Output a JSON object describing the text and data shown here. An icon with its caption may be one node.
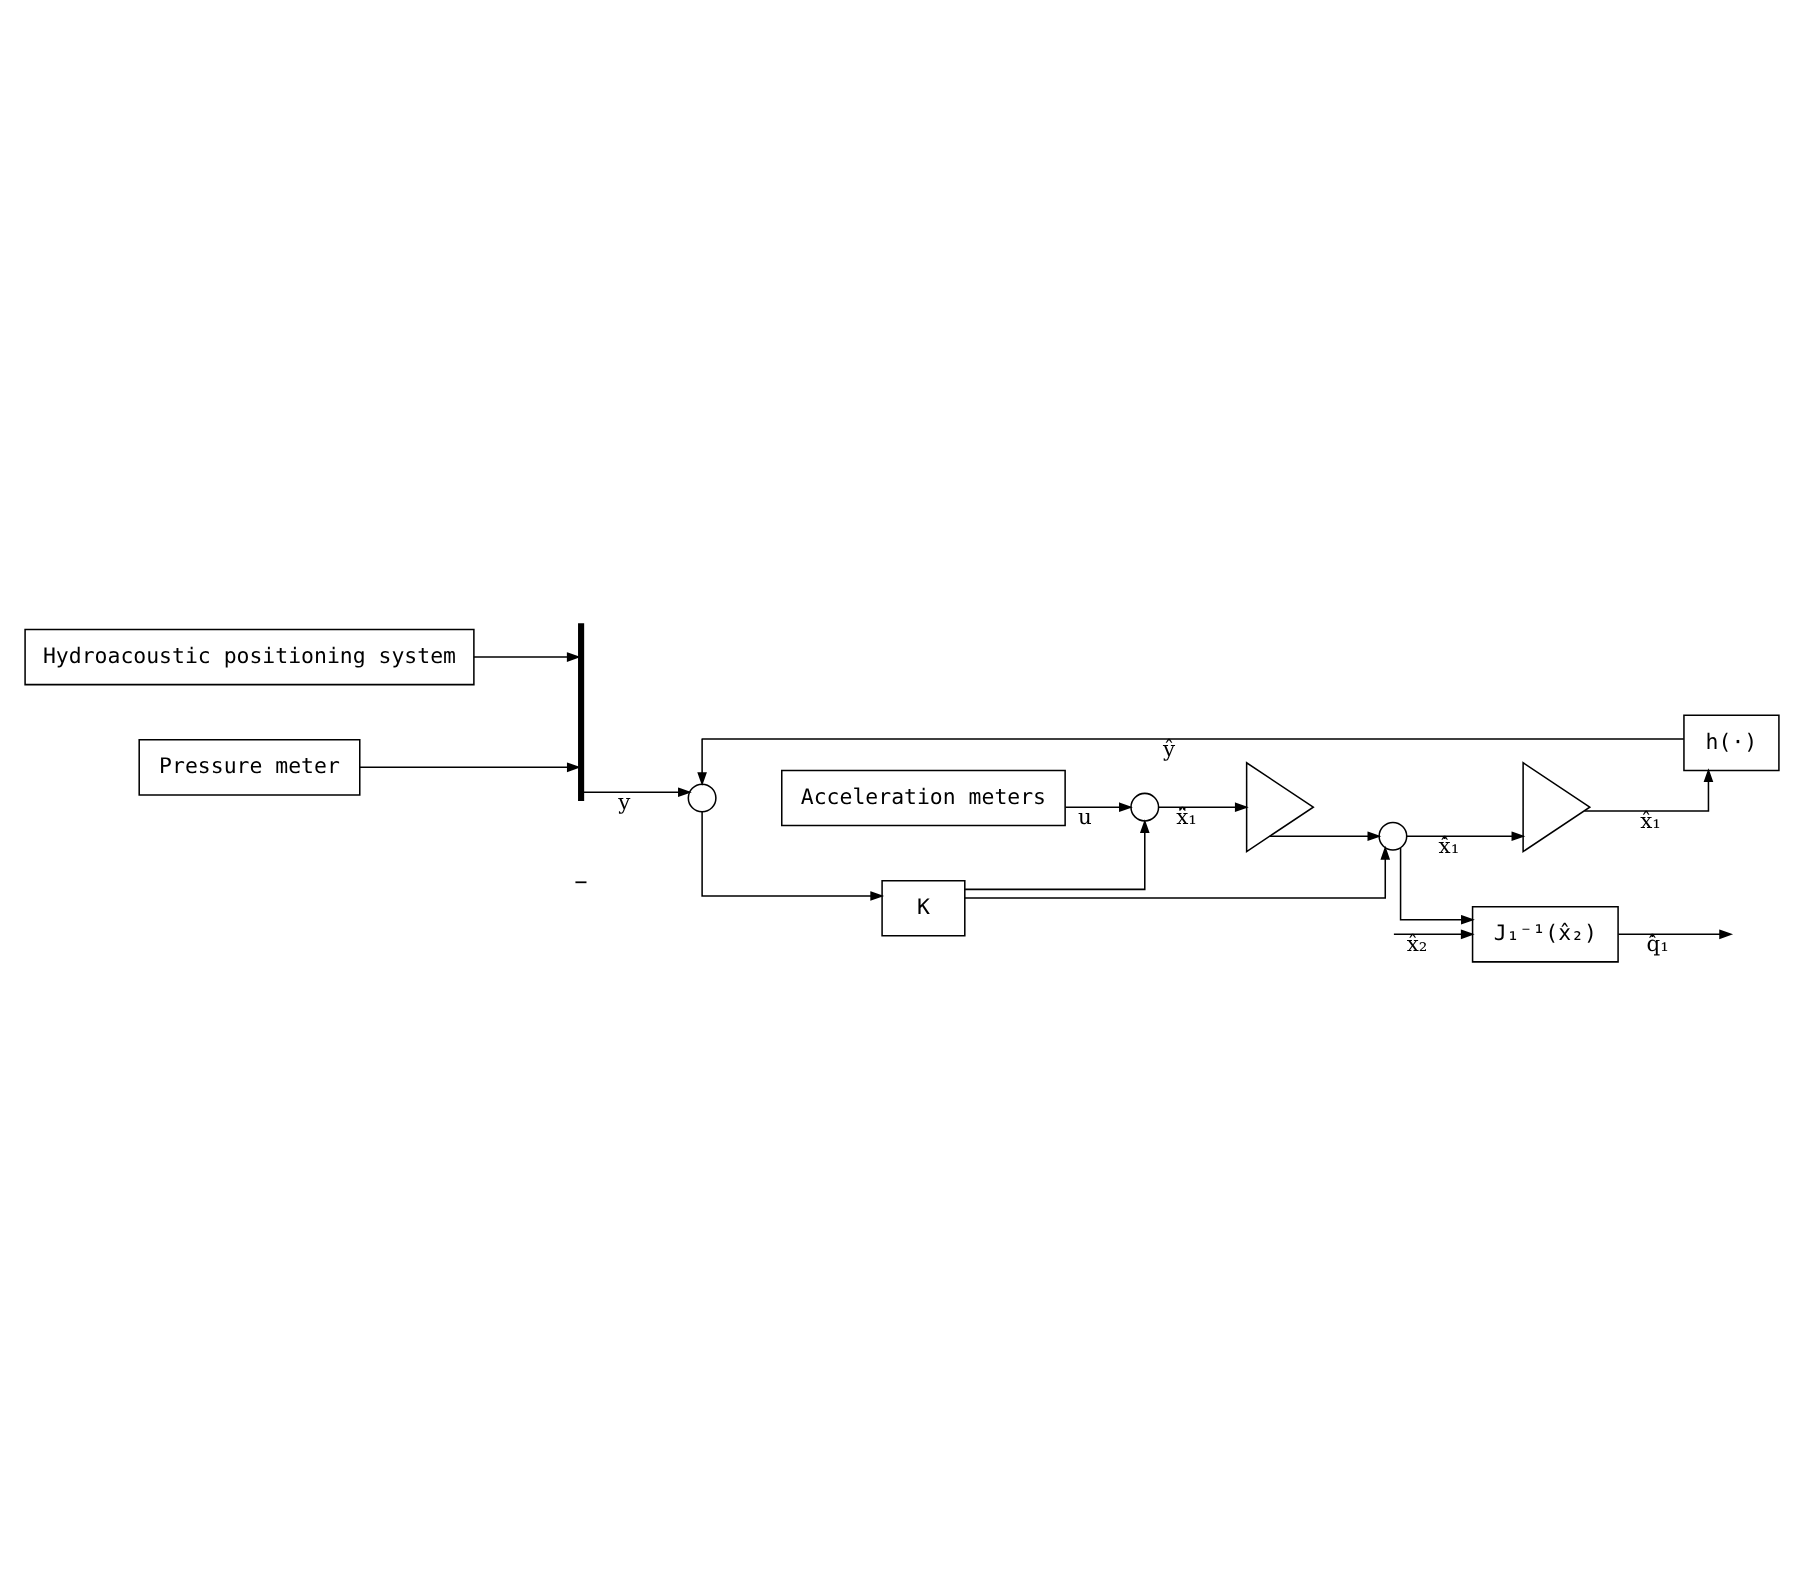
{
  "diagram": {
    "nodes": [
      {
        "text": [
          "Hydroacoustic positioning system"
        ]
      },
      {
        "text": [
          "Pressure meter"
        ]
      },
      {
        "text": [],
        "shape": "bar"
      },
      {
        "text": [],
        "shape": "circle"
      },
      {
        "text": [
          "K"
        ]
      },
      {
        "text": [
          "Acceleration meters"
        ]
      },
      {
        "text": [],
        "shape": "circle"
      },
      {
        "text": [],
        "shape": "triangle"
      },
      {
        "text": [],
        "shape": "circle"
      },
      {
        "text": [],
        "shape": "triangle"
      },
      {
        "text": [
          "h(·)"
        ]
      },
      {
        "text": [
          "J₁⁻¹(x̂₂)"
        ]
      }
    ],
    "edges": [
      {
        "from": 0,
        "to": 2,
        "arrow": "to"
      },
      {
        "from": 1,
        "to": 2,
        "arrow": "to"
      },
      {
        "from": 2,
        "to": 3,
        "arrow": "to",
        "label": "y"
      },
      {
        "from": 3,
        "to": 4,
        "arrow": "to"
      },
      {
        "from": 4,
        "to": 6,
        "arrow": "to"
      },
      {
        "from": 4,
        "to": 8,
        "arrow": "to"
      },
      {
        "from": 5,
        "to": 6,
        "arrow": "to",
        "label": "u"
      },
      {
        "from": 6,
        "to": 7,
        "arrow": "to",
        "label": "x̂̈₁"
      },
      {
        "from": 7,
        "to": 8,
        "arrow": "to"
      },
      {
        "from": 8,
        "to": 9,
        "arrow": "to",
        "label": "x̂̇₁"
      },
      {
        "from": 8,
        "to": 11,
        "arrow": "to"
      },
      {
        "from": 9,
        "to": 10,
        "arrow": "to",
        "label": "x̂₁"
      },
      {
        "from": 10,
        "to": 3,
        "arrow": "to",
        "label": "ŷ"
      },
      {
        "from": 11,
        "to": null,
        "arrow": "to",
        "label": "q̂̇₁"
      },
      {
        "from": null,
        "to": 11,
        "arrow": "to",
        "label": "x̂₂"
      }
    ],
    "labels": [
      "−"
    ]
  }
}
